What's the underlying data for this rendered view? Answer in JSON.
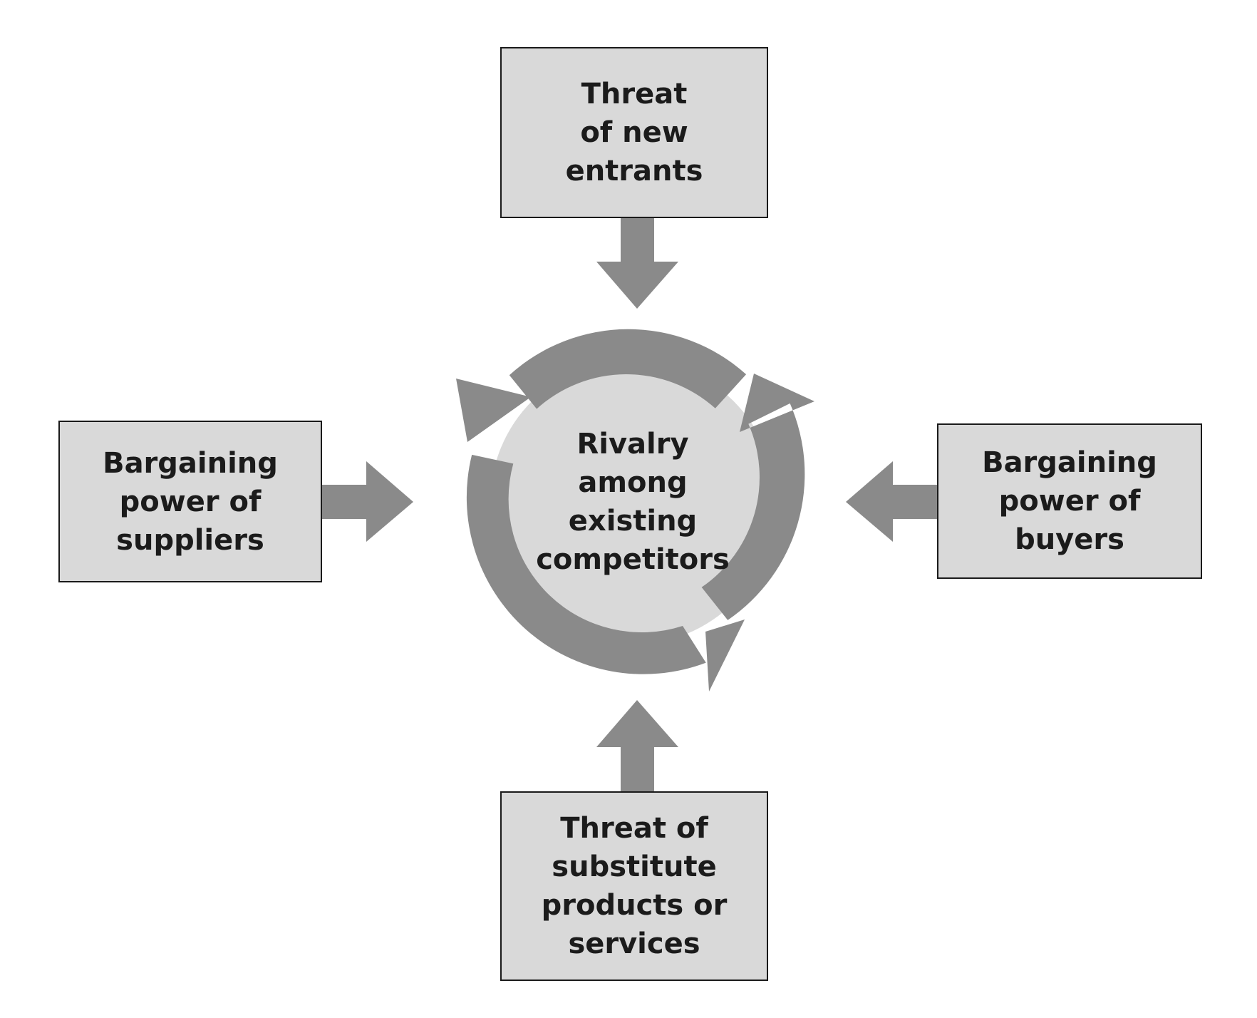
{
  "colors": {
    "box_fill": "#d9d9d9",
    "box_border": "#1a1a1a",
    "arrow": "#8a8a8a",
    "text": "#1b1b1b",
    "background": "#ffffff"
  },
  "boxes": {
    "top": {
      "lines": [
        "Threat",
        "of new",
        "entrants"
      ]
    },
    "left": {
      "lines": [
        "Bargaining",
        "power of",
        "suppliers"
      ]
    },
    "right": {
      "lines": [
        "Bargaining",
        "power of",
        "buyers"
      ]
    },
    "bottom": {
      "lines": [
        "Threat of",
        "substitute",
        "products or",
        "services"
      ]
    }
  },
  "center": {
    "lines": [
      "Rivalry",
      "among",
      "existing",
      "competitors"
    ]
  },
  "icons": [
    "arrow-down-icon",
    "arrow-right-icon",
    "arrow-left-icon",
    "arrow-up-icon",
    "cycle-arrows-icon"
  ]
}
